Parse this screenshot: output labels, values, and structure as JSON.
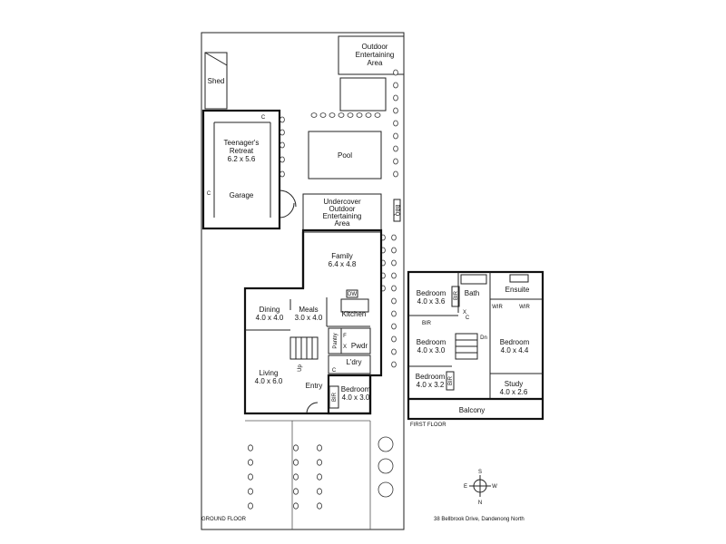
{
  "ground_floor": {
    "caption": "GROUND FLOOR",
    "rooms": {
      "outdoor_top": [
        "Outdoor",
        "Entertaining",
        "Area"
      ],
      "shed": "Shed",
      "teen_retreat": [
        "Teenager's",
        "Retreat",
        "6.2 x 5.6"
      ],
      "garage": "Garage",
      "pool": "Pool",
      "undercover": [
        "Undercover",
        "Outdoor",
        "Entertaining",
        "Area"
      ],
      "family": [
        "Family",
        "6.4 x 4.8"
      ],
      "dining": [
        "Dining",
        "4.0 x 4.0"
      ],
      "meals": [
        "Meals",
        "3.0 x 4.0"
      ],
      "kitchen": "Kitchen",
      "pantry": "Pantry",
      "pwdr": "Pwdr",
      "ldry": "L'dry",
      "living": [
        "Living",
        "4.0 x 6.0"
      ],
      "entry": "Entry",
      "bedroom": [
        "Bedroom",
        "4.0 x 3.0"
      ]
    },
    "marks": {
      "c": "C",
      "f": "F",
      "x": "X",
      "dw": "DW",
      "bbq": "BBQ",
      "bir": "BIR",
      "dn": "Dn",
      "up": "Up"
    }
  },
  "first_floor": {
    "caption": "FIRST FLOOR",
    "rooms": {
      "bed1": [
        "Bedroom",
        "4.0 x 3.6"
      ],
      "bath": "Bath",
      "ensuite": "Ensuite",
      "wir": "WIR",
      "bed2": [
        "Bedroom",
        "4.0 x 3.0"
      ],
      "bed3": [
        "Bedroom",
        "4.0 x 4.4"
      ],
      "bed4": [
        "Bedroom",
        "4.0 x 3.2"
      ],
      "study": [
        "Study",
        "4.0 x 2.6"
      ],
      "balcony": "Balcony"
    }
  },
  "compass": {
    "s": "S",
    "w": "W",
    "n": "N",
    "e": "E"
  },
  "address": "38 Bellbrook Drive, Dandenong North"
}
